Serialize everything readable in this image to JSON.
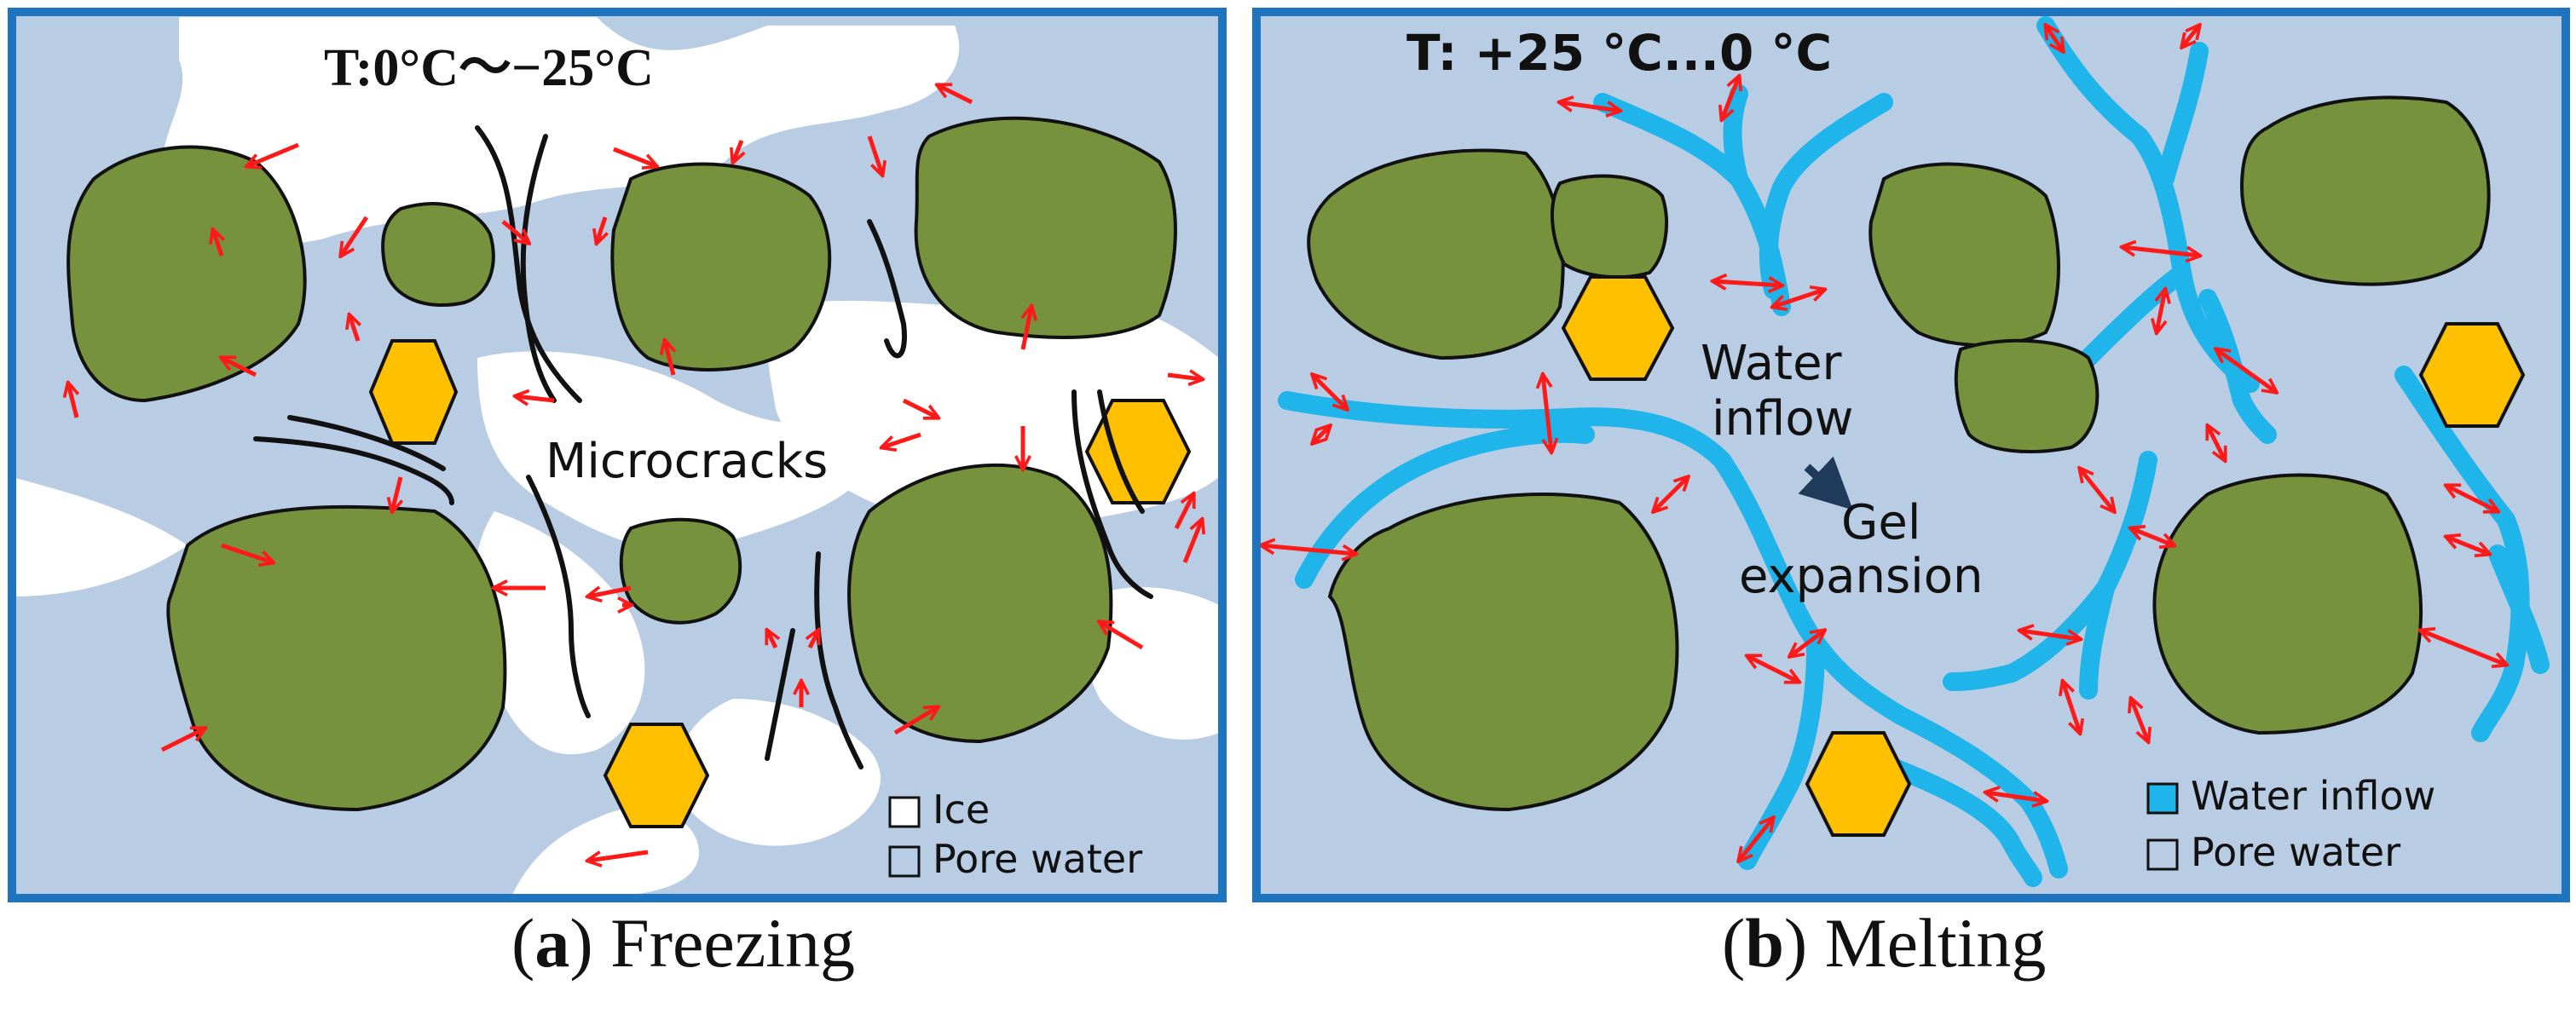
{
  "panels": [
    {
      "letter": "a",
      "caption": "Freezing",
      "temperature": "T:0°C～−25°C",
      "label": "Microcracks",
      "legend": [
        {
          "label": "Ice",
          "color": "#ffffff"
        },
        {
          "label": "Pore water",
          "color": "#b8cce4"
        }
      ]
    },
    {
      "letter": "b",
      "caption": "Melting",
      "temperature": "T: +25 °C...0 °C",
      "label_line1": "Water",
      "label_line2": "inflow",
      "label_line3": "Gel",
      "label_line4": "expansion",
      "legend": [
        {
          "label": "Water inflow",
          "color": "#1fb4ea"
        },
        {
          "label": "Pore water",
          "color": "#b8cce4"
        }
      ]
    }
  ],
  "colors": {
    "frame": "#1f74c0",
    "pore_water": "#b8cce4",
    "ice": "#ffffff",
    "aggregate": "#76923c",
    "hexagon": "#ffc000",
    "arrow": "#ff1a1a",
    "water_inflow": "#1fb4ea",
    "crack": "#111111"
  }
}
